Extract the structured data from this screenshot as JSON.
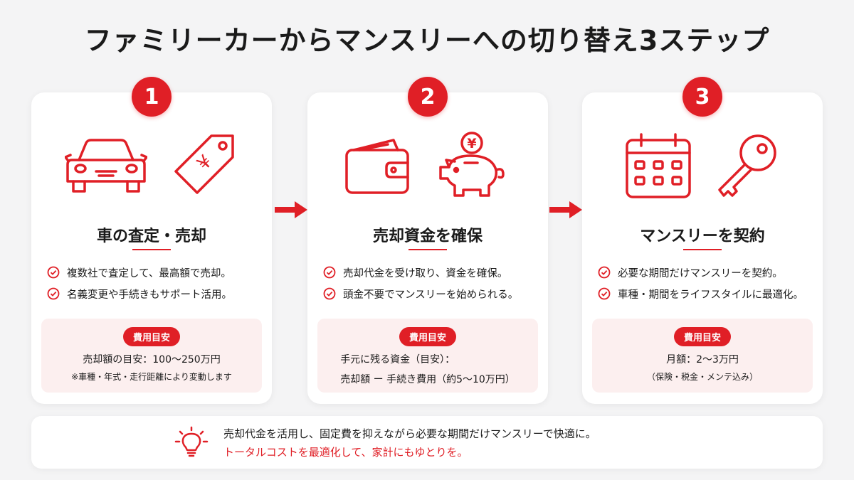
{
  "title": "ファミリーカーからマンスリーへの切り替え3ステップ",
  "steps": [
    {
      "number": "1",
      "title": "車の査定・売却",
      "checks": [
        "複数社で査定して、最高額で売却。",
        "名義変更や手続きもサポート活用。"
      ],
      "cost_label": "費用目安",
      "cost_line1": "売却額の目安：100〜250万円",
      "cost_line2": "※車種・年式・走行距離により変動します",
      "tag_symbol": "¥"
    },
    {
      "number": "2",
      "title": "売却資金を確保",
      "checks": [
        "売却代金を受け取り、資金を確保。",
        "頭金不要でマンスリーを始められる。"
      ],
      "cost_label": "費用目安",
      "cost_line1": "手元に残る資金（目安）：",
      "cost_line2": "売却額 ー 手続き費用（約5〜10万円）",
      "coin_symbol": "¥"
    },
    {
      "number": "3",
      "title": "マンスリーを契約",
      "checks": [
        "必要な期間だけマンスリーを契約。",
        "車種・期間をライフスタイルに最適化。"
      ],
      "cost_label": "費用目安",
      "cost_line1": "月額：2〜3万円",
      "cost_line2": "（保険・税金・メンテ込み）"
    }
  ],
  "tip": {
    "line1": "売却代金を活用し、固定費を抑えながら必要な期間だけマンスリーで快適に。",
    "line2": "トータルコストを最適化して、家計にもゆとりを。"
  },
  "colors": {
    "accent": "#e01f26",
    "background": "#f4f4f5",
    "card": "#ffffff",
    "cost_bg": "#fcefef"
  },
  "icons": [
    "car-icon",
    "price-tag-icon",
    "wallet-icon",
    "piggy-bank-icon",
    "calendar-icon",
    "key-icon",
    "check-circle-icon",
    "arrow-right-icon",
    "lightbulb-icon"
  ]
}
